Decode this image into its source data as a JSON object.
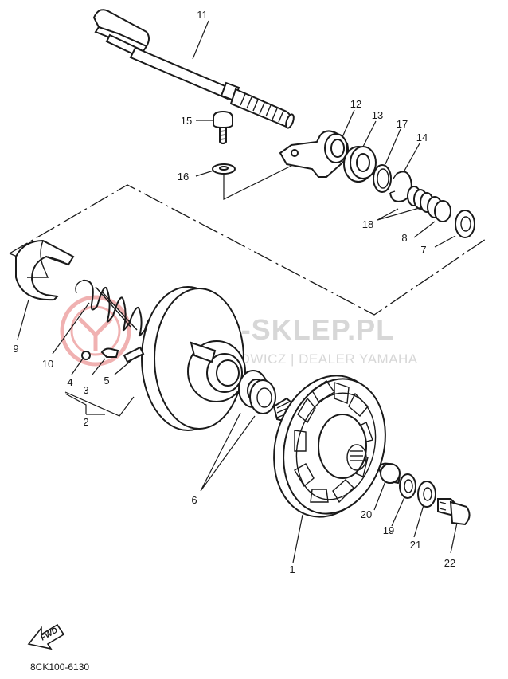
{
  "watermark": {
    "title": "YAMA-SKLEP.PL",
    "subtitle": "WOJCIECHOWICZ | DEALER YAMAHA",
    "logo_color": "#e57373"
  },
  "callouts": [
    "1",
    "2",
    "3",
    "4",
    "5",
    "6",
    "7",
    "8",
    "9",
    "10",
    "11",
    "12",
    "13",
    "14",
    "15",
    "16",
    "17",
    "18",
    "19",
    "20",
    "21",
    "22"
  ],
  "fwd_label": "FWD",
  "diagram_code": "8CK100-6130"
}
